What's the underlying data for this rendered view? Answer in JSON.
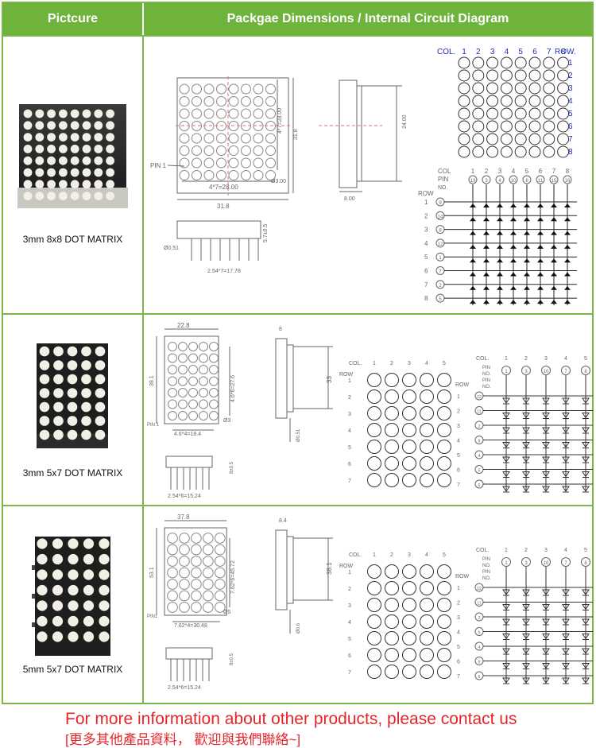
{
  "header": {
    "col1": "Pictcure",
    "col2": "Packgae Dimensions / Internal Circuit Diagram"
  },
  "rows": [
    {
      "label": "3mm 8x8 DOT MATRIX",
      "dims": {
        "w": "31.8",
        "h": "31.8",
        "pitch_w": "4*7=28.00",
        "pitch_h": "4*7=28.00",
        "dot": "Ø3.00",
        "pin": "PIN 1",
        "depth": "8.00",
        "body_h": "24.00",
        "pin_d": "Ø0.51",
        "pin_len": "5.7±0.5",
        "pin_pitch": "2.54*7=17.78"
      },
      "circuit": {
        "col": "COL.",
        "row": "ROW.",
        "row_side": "ROW",
        "pin_label": "PIN",
        "no_label": "NO.",
        "cols": [
          "1",
          "2",
          "3",
          "4",
          "5",
          "6",
          "7",
          "8"
        ],
        "rows": [
          "1",
          "2",
          "3",
          "4",
          "5",
          "6",
          "7",
          "8"
        ],
        "col_pins": [
          "13",
          "3",
          "4",
          "10",
          "6",
          "11",
          "15",
          "16"
        ],
        "row_pins": [
          "9",
          "14",
          "8",
          "12",
          "1",
          "7",
          "2",
          "5"
        ]
      }
    },
    {
      "label": "3mm 5x7 DOT MATRIX",
      "dims": {
        "w": "22.8",
        "h": "39.1",
        "pitch_w": "4.6*4=18.4",
        "pitch_h": "4.6*6=27.6",
        "dot": "Ø3",
        "pin": "PIN 1",
        "depth": "8",
        "body_h": "33",
        "pin_d": "Ø0.51",
        "pin_len": "8±0.5",
        "pin_pitch": "2.54*6=15.24"
      },
      "circuit": {
        "col": "COL.",
        "row": "ROW",
        "pin_label": "PIN",
        "no_label": "NO.",
        "cols": [
          "1",
          "2",
          "3",
          "4",
          "5"
        ],
        "rows": [
          "1",
          "2",
          "3",
          "4",
          "5",
          "6",
          "7"
        ],
        "col_pins": [
          "1",
          "3",
          "10",
          "7",
          "8"
        ],
        "row_pins": [
          "12",
          "11",
          "2",
          "9",
          "4",
          "5",
          "6"
        ]
      }
    },
    {
      "label": "5mm 5x7 DOT MATRIX",
      "dims": {
        "w": "37.8",
        "h": "53.1",
        "pitch_w": "7.62*4=30.48",
        "pitch_h": "7.62*6=45.72",
        "dot": "Ø5",
        "pin": "PIN1",
        "depth": "8.4",
        "body_h": "38.1",
        "pin_d": "Ø0.6",
        "pin_len": "8±0.5",
        "pin_pitch": "2.54*6=15.24"
      },
      "circuit": {
        "col": "COL.",
        "row": "ROW",
        "pin_label": "PIN",
        "no_label": "NO.",
        "cols": [
          "1",
          "2",
          "3",
          "4",
          "5"
        ],
        "rows": [
          "1",
          "2",
          "3",
          "4",
          "5",
          "6",
          "7"
        ],
        "col_pins": [
          "1",
          "3",
          "10",
          "7",
          "8"
        ],
        "row_pins": [
          "12",
          "11",
          "2",
          "9",
          "4",
          "5",
          "6"
        ]
      }
    }
  ],
  "footer": {
    "line1": "For more information about other products, please contact us",
    "line2": "[更多其他產品資料， 歡迎與我們聯絡~]"
  },
  "colors": {
    "header_green": "#6fb33d",
    "border_green": "#7ab648",
    "footer_red": "#e3262c",
    "blue_text": "#1f2fb5"
  }
}
